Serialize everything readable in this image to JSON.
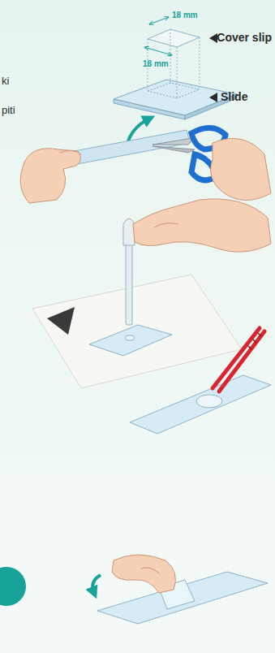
{
  "diagram": {
    "labels": [
      "18 mm",
      "Cover slip",
      "18 mm",
      "ki",
      "Slide",
      "piti"
    ]
  }
}
